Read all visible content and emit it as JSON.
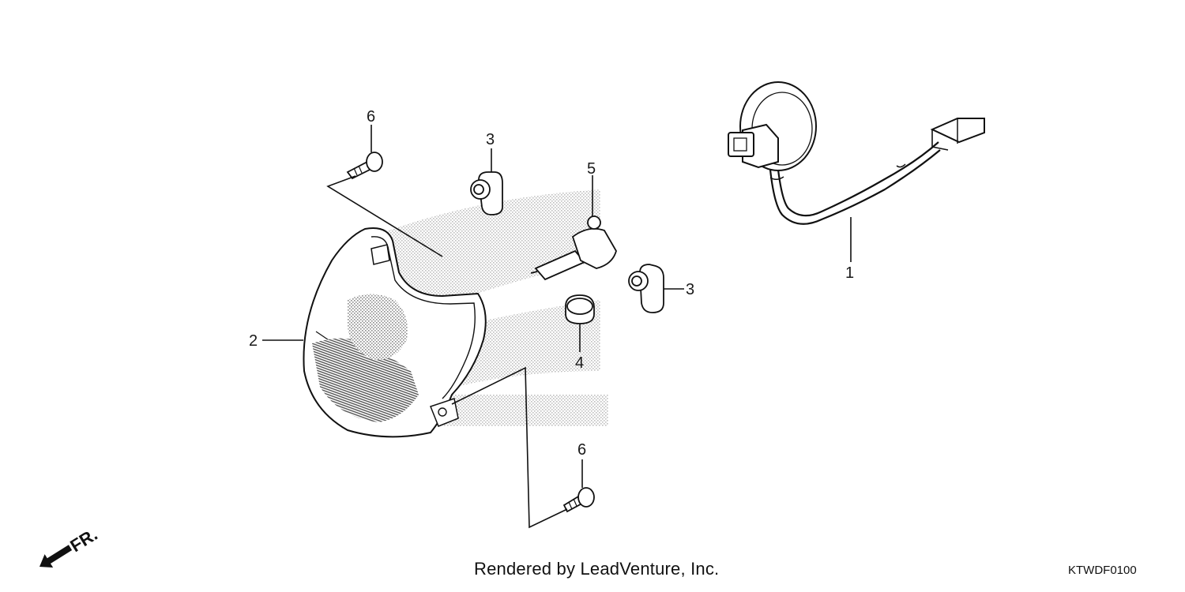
{
  "diagram": {
    "callouts": [
      {
        "id": "1"
      },
      {
        "id": "2"
      },
      {
        "id": "3"
      },
      {
        "id": "3"
      },
      {
        "id": "4"
      },
      {
        "id": "5"
      },
      {
        "id": "6"
      },
      {
        "id": "6"
      }
    ],
    "direction_label": "FR.",
    "watermark_icon": "brand-wing-watermark"
  },
  "footer": {
    "credit": "Rendered by LeadVenture, Inc.",
    "code": "KTWDF0100"
  }
}
